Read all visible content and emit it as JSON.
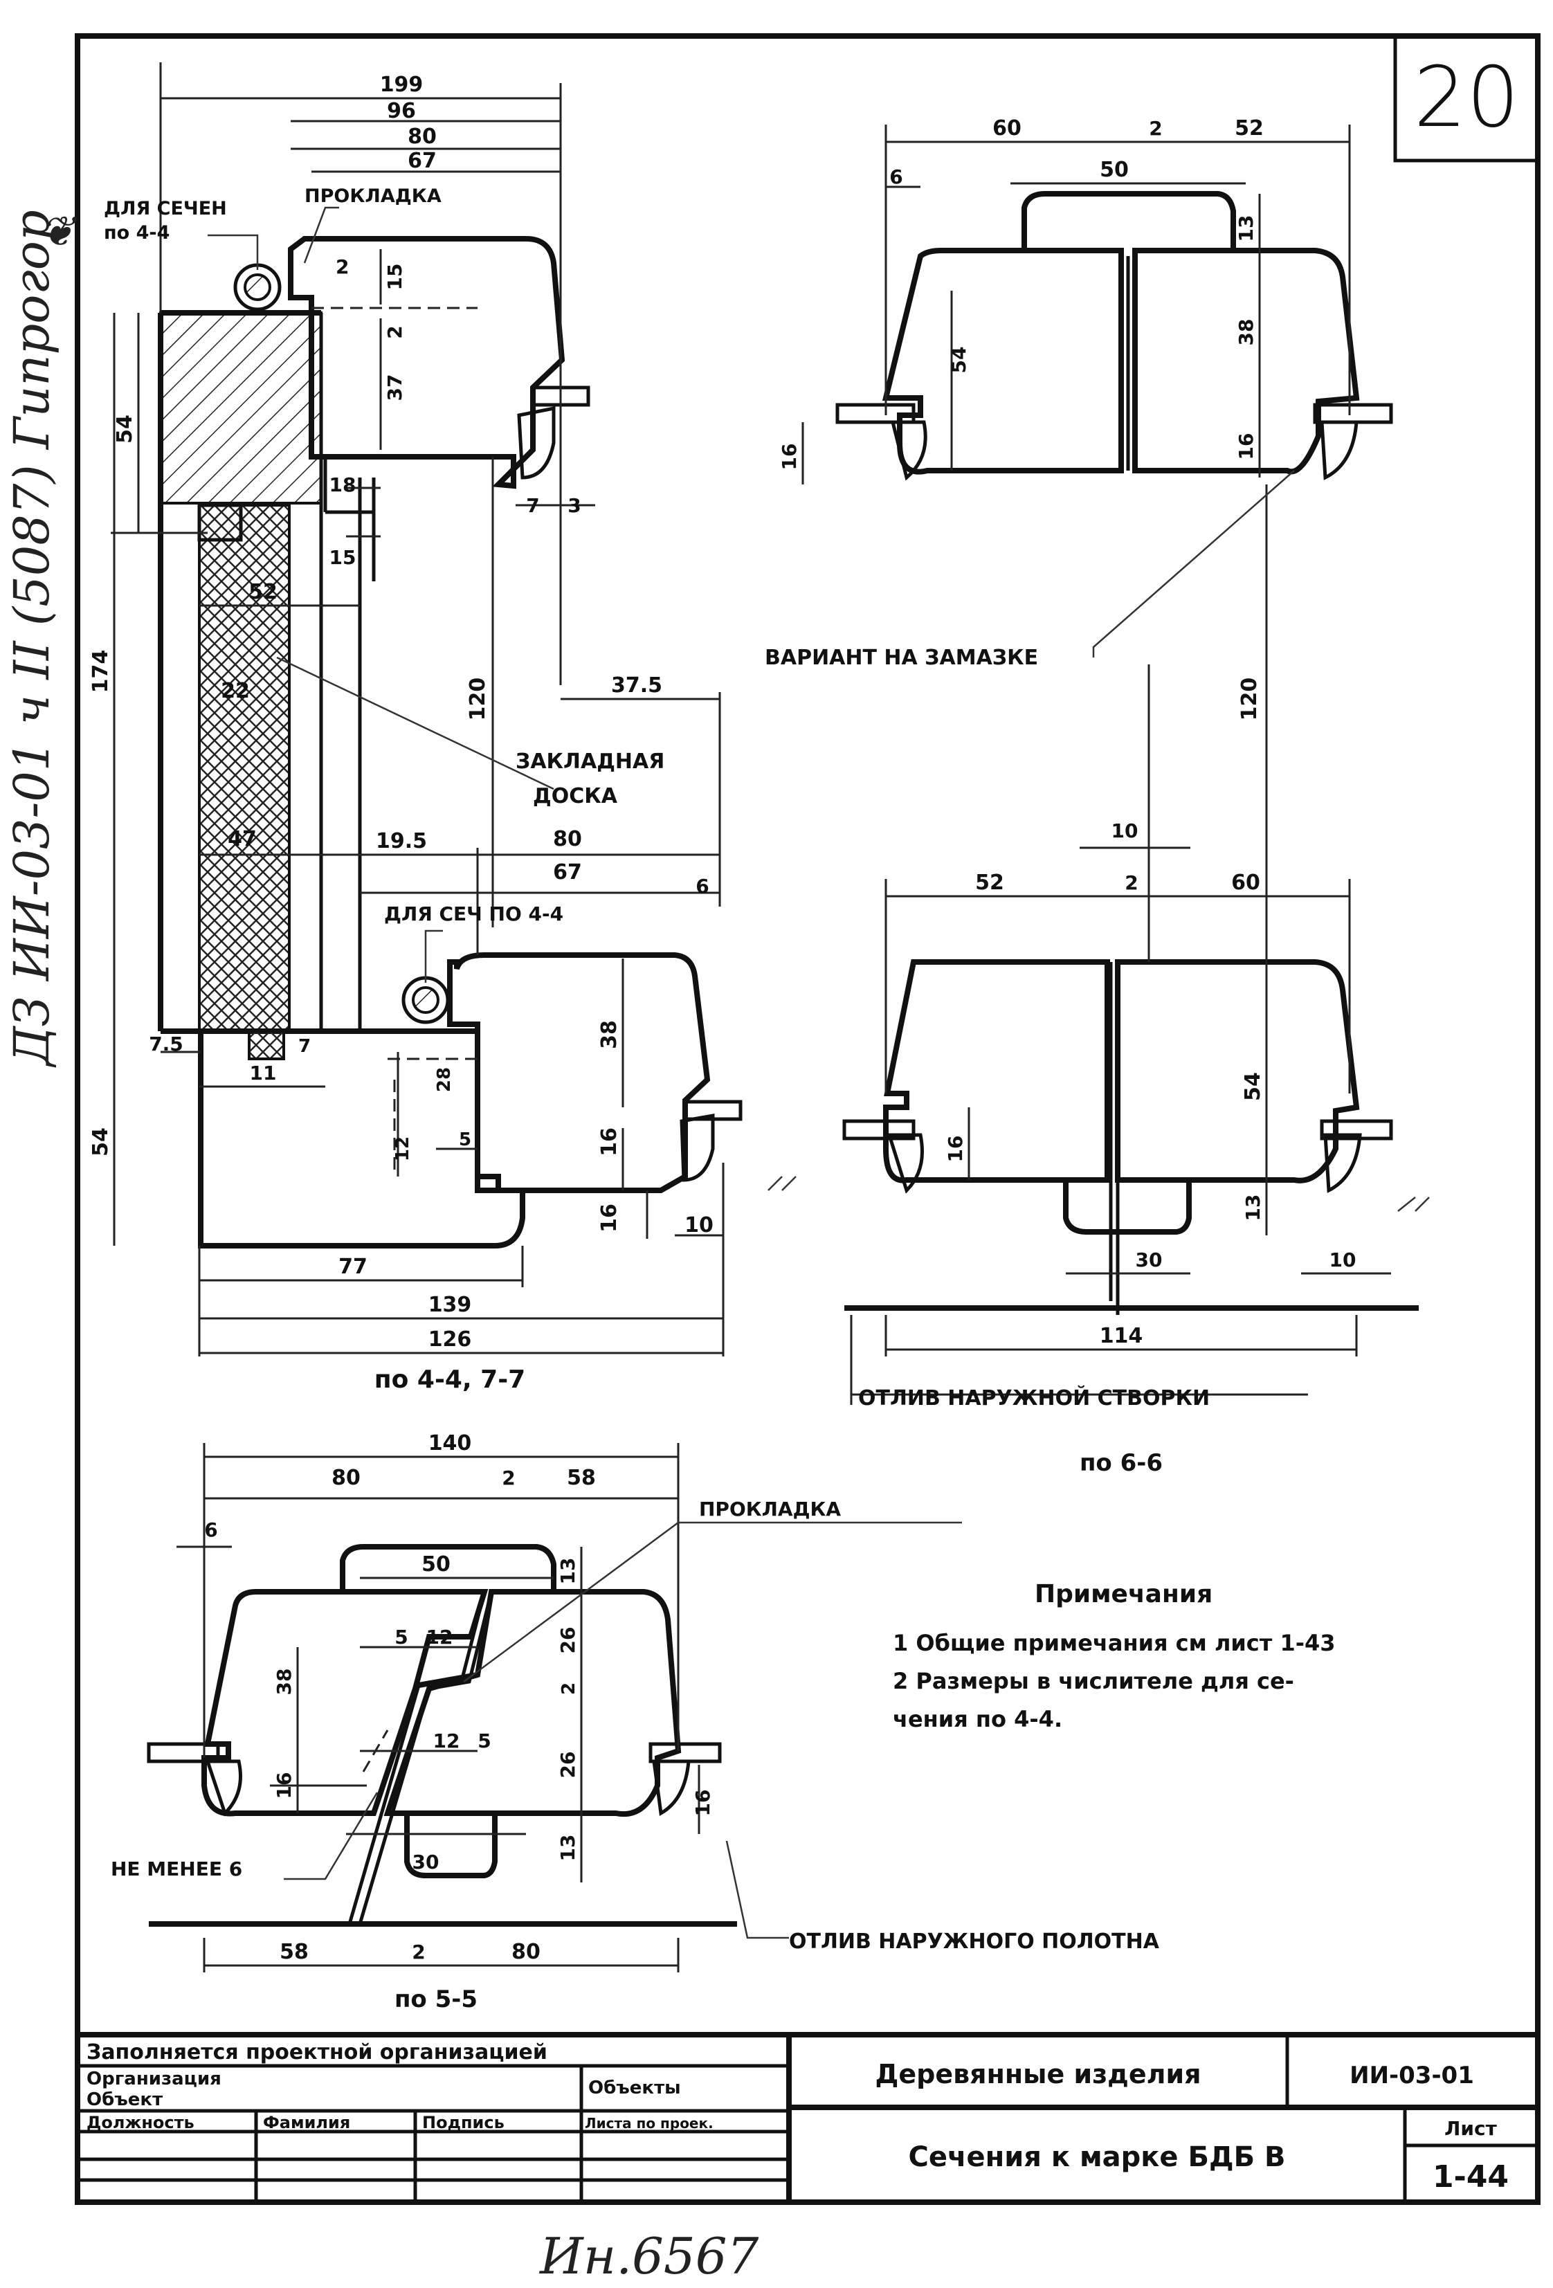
{
  "sheet_number": "20",
  "side_stamp": "ДЗ ИИ-03-01 ч II (5087) Гипрогор",
  "side_mark": "❦",
  "bottom_handwriting": "Ин.6567",
  "section_44": {
    "dims": {
      "d199": "199",
      "d96": "96",
      "d80a": "80",
      "d67a": "67",
      "d2a": "2",
      "d15a": "15",
      "d2b": "2",
      "d37": "37",
      "d18": "18",
      "d15b": "15",
      "d7a": "7",
      "d3": "3",
      "d54a": "54",
      "d174": "174",
      "d54b": "54",
      "d52": "52",
      "d22": "22",
      "d47": "47",
      "d120": "120",
      "d375": "37.5",
      "d195": "19.5",
      "d80b": "80",
      "d67b": "67",
      "d6": "6",
      "d38": "38",
      "d28": "28",
      "d12": "12",
      "d5": "5",
      "d16a": "16",
      "d16b": "16",
      "d10": "10",
      "d75": "7.5",
      "d11": "11",
      "d7b": "7",
      "d77": "77",
      "d139": "139",
      "d126": "126"
    },
    "labels": {
      "for_section_1": "ДЛЯ СЕЧЕН",
      "for_section_1b": "по 4-4",
      "gasket": "ПРОКЛАДКА",
      "embedded_1": "ЗАКЛАДНАЯ",
      "embedded_2": "ДОСКА",
      "for_section_2": "ДЛЯ СЕЧ ПО 4-4"
    },
    "caption": "по 4-4, 7-7"
  },
  "section_66": {
    "dims": {
      "d60a": "60",
      "d2a": "2",
      "d52a": "52",
      "d6": "6",
      "d50": "50",
      "d13a": "13",
      "d54a": "54",
      "d38": "38",
      "d16a": "16",
      "d16b": "16",
      "d120": "120",
      "d10a": "10",
      "d52b": "52",
      "d2b": "2",
      "d60b": "60",
      "d54b": "54",
      "d16c": "16",
      "d13b": "13",
      "d30": "30",
      "d10b": "10",
      "d114": "114"
    },
    "labels": {
      "putty_variant": "ВАРИАНТ НА ЗАМАЗКЕ",
      "outer_sash_drip": "ОТЛИВ НАРУЖНОЙ СТВОРКИ"
    },
    "caption": "по 6-6"
  },
  "section_55": {
    "dims": {
      "d140": "140",
      "d80a": "80",
      "d2a": "2",
      "d58a": "58",
      "d6": "6",
      "d50": "50",
      "d13a": "13",
      "d38": "38",
      "d5a": "5",
      "d12a": "12",
      "d26a": "26",
      "d2b": "2",
      "d12b": "12",
      "d5b": "5",
      "d26b": "26",
      "d16a": "16",
      "d16b": "16",
      "d13b": "13",
      "d30": "30",
      "d58b": "58",
      "d2c": "2",
      "d80b": "80"
    },
    "labels": {
      "gasket": "ПРОКЛАДКА",
      "min6": "НЕ МЕНЕЕ 6",
      "outer_leaf_drip": "ОТЛИВ НАРУЖНОГО ПОЛОТНА"
    },
    "caption": "по 5-5"
  },
  "notes": {
    "title": "Примечания",
    "line1": "1 Общие примечания см лист 1-43",
    "line2": "2 Размеры в числителе для се-",
    "line3": "чения по 4-4."
  },
  "title_block": {
    "filled_by": "Заполняется проектной организацией",
    "organization": "Организация",
    "object_label": "Объект",
    "objects": "Объекты",
    "position": "Должность",
    "surname": "Фамилия",
    "signature": "Подпись",
    "sheet_by_project": "Листа по проек.",
    "product_title": "Деревянные изделия",
    "code": "ИИ-03-01",
    "sheet_title": "Сечения к марке БДБ В",
    "sheet_label": "Лист",
    "sheet_value": "1-44"
  }
}
